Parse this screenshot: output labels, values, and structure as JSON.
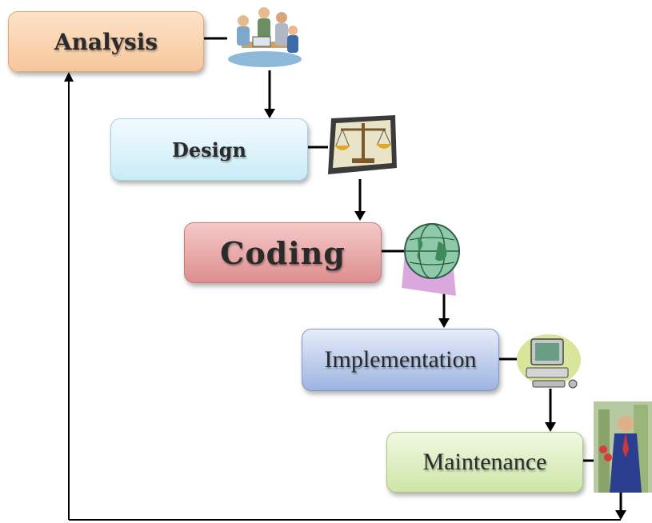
{
  "stages": [
    {
      "label": "Analysis"
    },
    {
      "label": "Design"
    },
    {
      "label": "Coding"
    },
    {
      "label": "Implementation"
    },
    {
      "label": "Maintenance"
    }
  ],
  "icons": {
    "analysis": "team-meeting-icon",
    "design": "balance-scale-icon",
    "coding": "globe-icon",
    "implementation": "computer-icon",
    "maintenance": "businessman-icon"
  },
  "colors": {
    "analysis": "#f7c79c",
    "design": "#c9ecf7",
    "coding": "#de8e8e",
    "implementation": "#9db4e0",
    "maintenance": "#cde6a8",
    "connector": "#000000"
  }
}
